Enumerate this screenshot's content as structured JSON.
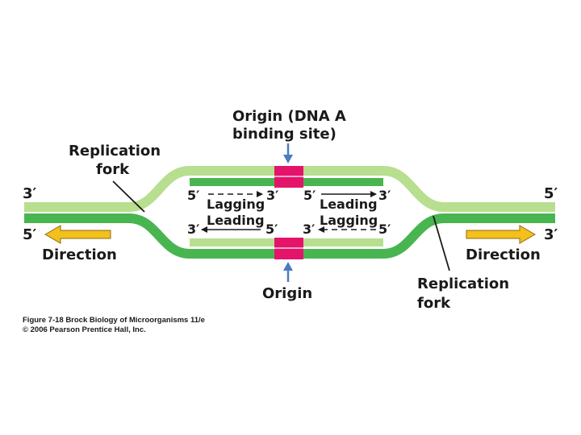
{
  "labels": {
    "origin_top_1": "Origin (DNA A",
    "origin_top_2": "binding site)",
    "origin_bottom": "Origin",
    "fork_left_1": "Replication",
    "fork_left_2": "fork",
    "fork_right_1": "Replication",
    "fork_right_2": "fork",
    "direction_left": "Direction",
    "direction_right": "Direction",
    "lagging_left": "Lagging",
    "leading_left": "Leading",
    "leading_right": "Leading",
    "lagging_right": "Lagging"
  },
  "ends": {
    "left_top": "3′",
    "left_bottom": "5′",
    "right_top": "5′",
    "right_bottom": "3′",
    "bubble_tl_5": "5′",
    "bubble_tl_3": "3′",
    "bubble_tr_5": "5′",
    "bubble_tr_3": "3′",
    "bubble_bl_3": "3′",
    "bubble_bl_5": "5′",
    "bubble_br_3": "3′",
    "bubble_br_5": "5′"
  },
  "caption": {
    "line1": "Figure 7-18 Brock Biology of Microorganisms 11/e",
    "line2": "© 2006 Pearson Prentice Hall, Inc."
  },
  "colors": {
    "parent_strand": "#b7df8f",
    "new_strand": "#49b550",
    "origin": "#e4146b",
    "origin_arrow": "#4a7cc2",
    "direction_arrow": "#f3c01c",
    "line": "#1a1a1a"
  }
}
